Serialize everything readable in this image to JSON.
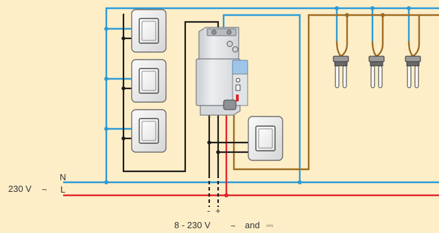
{
  "diagram": {
    "colors": {
      "background": "#FDEEC8",
      "neutral_wire": "#2A9AD8",
      "live_wire": "#E0242B",
      "load_wire": "#9C6B22",
      "control_wire": "#1A1A1A",
      "switch_plate": "#EFEFEF",
      "module_body": "#E4E6E8",
      "module_accent": "#9FC6E8"
    },
    "supply_voltage_label": "230 V",
    "neutral_label": "N",
    "line_label": "L",
    "control_minus_label": "-",
    "control_plus_label": "+",
    "control_voltage_label": "8 - 230 V",
    "control_and_label": "and",
    "ac_symbol": "~",
    "dc_symbol": "⎓",
    "push_buttons": [
      {
        "name": "push-button-1"
      },
      {
        "name": "push-button-2"
      },
      {
        "name": "push-button-3"
      },
      {
        "name": "push-button-4"
      }
    ],
    "lamps": [
      {
        "name": "lamp-1"
      },
      {
        "name": "lamp-2"
      },
      {
        "name": "lamp-3"
      }
    ]
  }
}
